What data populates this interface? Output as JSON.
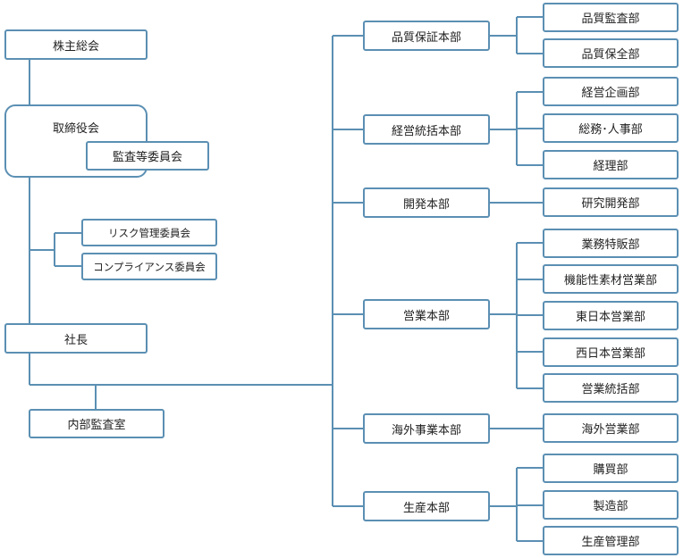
{
  "line_color": "#5b8fb3",
  "governance": {
    "shareholders": "株主総会",
    "board": "取締役会",
    "audit_committee": "監査等委員会",
    "risk_committee": "リスク管理委員会",
    "compliance_committee": "コンプライアンス委員会",
    "president": "社長",
    "internal_audit": "内部監査室"
  },
  "divisions": {
    "qa": {
      "name": "品質保証本部",
      "departments": [
        "品質監査部",
        "品質保全部"
      ]
    },
    "corporate": {
      "name": "経営統括本部",
      "departments": [
        "経営企画部",
        "総務･人事部",
        "経理部"
      ]
    },
    "rd": {
      "name": "開発本部",
      "departments": [
        "研究開発部"
      ]
    },
    "sales": {
      "name": "営業本部",
      "departments": [
        "業務特販部",
        "機能性素材営業部",
        "東日本営業部",
        "西日本営業部",
        "営業統括部"
      ]
    },
    "overseas": {
      "name": "海外事業本部",
      "departments": [
        "海外営業部"
      ]
    },
    "production": {
      "name": "生産本部",
      "departments": [
        "購買部",
        "製造部",
        "生産管理部"
      ]
    }
  }
}
